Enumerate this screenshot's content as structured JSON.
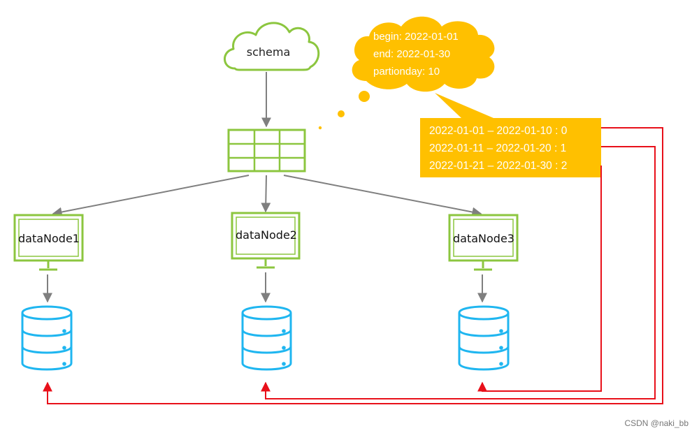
{
  "schema": {
    "label": "schema"
  },
  "config": {
    "begin": "begin: 2022-01-01",
    "end": "end: 2022-01-30",
    "partionday": "partionday: 10"
  },
  "partitions": [
    "2022-01-01 – 2022-01-10 : 0",
    "2022-01-11 – 2022-01-20 : 1",
    "2022-01-21 – 2022-01-30 : 2"
  ],
  "data_nodes": [
    {
      "label": "dataNode1"
    },
    {
      "label": "dataNode2"
    },
    {
      "label": "dataNode3"
    }
  ],
  "colors": {
    "green": "#8CC63F",
    "gray_arrow": "#7F7F7F",
    "db_blue": "#1FB6F0",
    "bubble_yellow": "#FFC000",
    "route_red": "#E8101A"
  },
  "watermark": "CSDN @naki_bb"
}
